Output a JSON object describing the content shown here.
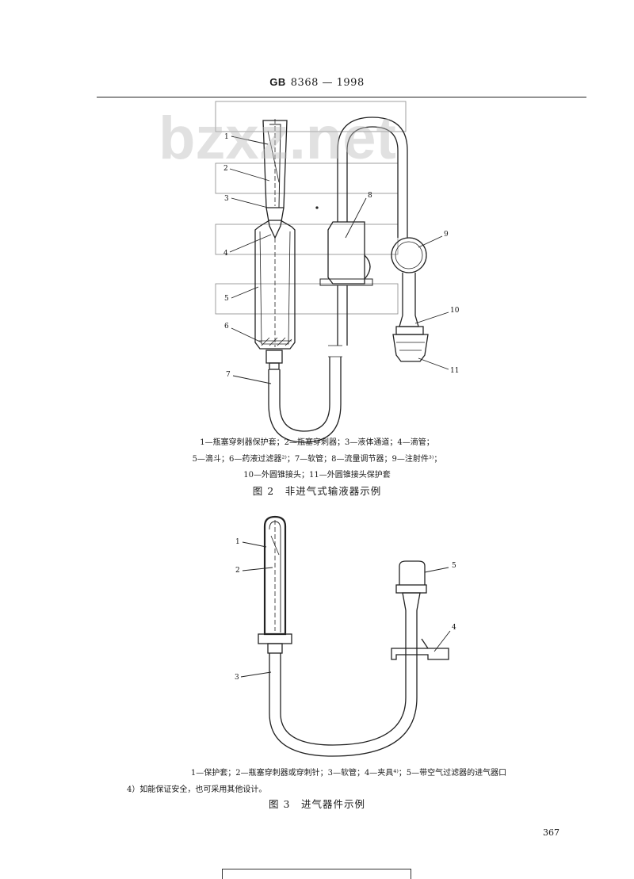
{
  "header": {
    "standard_prefix": "GB",
    "standard_number": "8368 — 1998"
  },
  "watermark": "bzxz.net",
  "figure2": {
    "labels": [
      "1",
      "2",
      "3",
      "4",
      "5",
      "6",
      "7",
      "8",
      "9",
      "10",
      "11"
    ],
    "caption_lines": [
      "1—瓶塞穿刺器保护套；2—瓶塞穿刺器；3—液体通道；4—滴管；",
      "5—滴斗；6—药液过滤器²⁾；7—软管；8—流量调节器；9—注射件³⁾；",
      "10—外圆锥接头；11—外圆锥接头保护套"
    ],
    "title": "图 2　非进气式输液器示例"
  },
  "figure3": {
    "labels": [
      "1",
      "2",
      "3",
      "4",
      "5"
    ],
    "caption_line": "1—保护套；2—瓶塞穿刺器或穿刺针；3—软管；4—夹具⁴⁾；5—带空气过滤器的进气器口",
    "title": "图 3　进气器件示例"
  },
  "footnote": "4）如能保证安全，也可采用其他设计。",
  "page_number": "367"
}
